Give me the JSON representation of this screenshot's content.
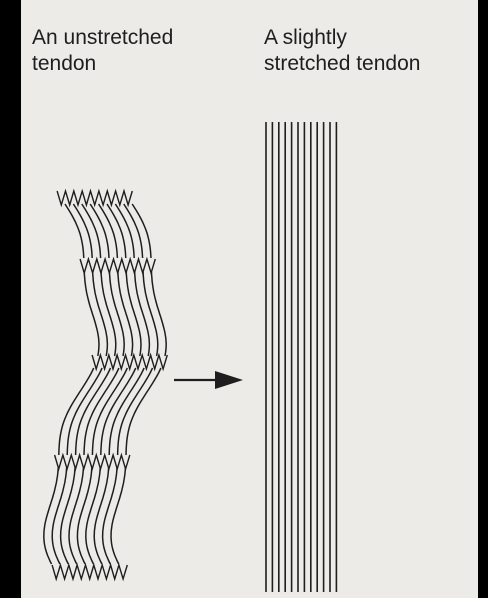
{
  "labels": {
    "unstretched": "An unstretched\ntendon",
    "stretched": "A slightly\nstretched tendon"
  },
  "colors": {
    "background": "#000000",
    "panel": "#ecebe8",
    "ink": "#1e1e1e"
  },
  "figure": {
    "unstretched_fiber_count": 9,
    "stretched_fiber_count": 12,
    "arrow": "right-arrow"
  }
}
